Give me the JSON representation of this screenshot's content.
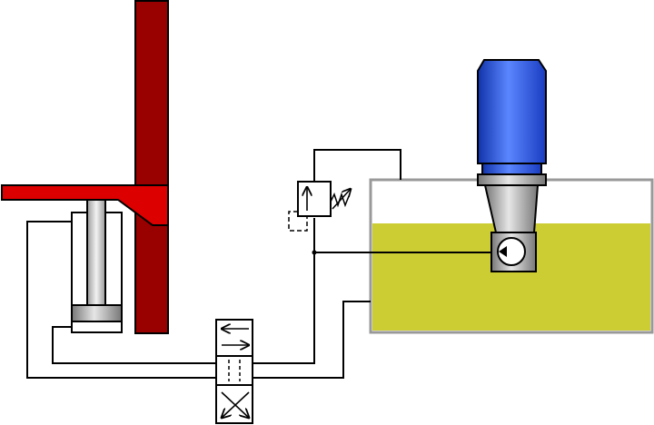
{
  "diagram": {
    "type": "hydraulic-circuit",
    "components": [
      {
        "id": "lift-column",
        "kind": "mast"
      },
      {
        "id": "lift-arm",
        "kind": "fork-carriage"
      },
      {
        "id": "lift-cylinder",
        "kind": "single-acting-cylinder"
      },
      {
        "id": "directional-valve",
        "kind": "4/3-way-valve"
      },
      {
        "id": "relief-valve",
        "kind": "adjustable-pressure-relief-valve"
      },
      {
        "id": "electric-motor",
        "kind": "motor"
      },
      {
        "id": "pump",
        "kind": "hydraulic-pump"
      },
      {
        "id": "oil-tank",
        "kind": "reservoir"
      }
    ],
    "colors": {
      "mast": "#990000",
      "arm": "#dd0000",
      "oil": "#cccc33",
      "motor": "#2255dd",
      "steel": "#999999",
      "line": "#000000",
      "tank_border": "#999999"
    },
    "icons": {
      "valve_arrow": "arrow-icon",
      "relief_arrow": "spring-adjust-icon",
      "pump_triangle": "pump-triangle-icon"
    }
  }
}
